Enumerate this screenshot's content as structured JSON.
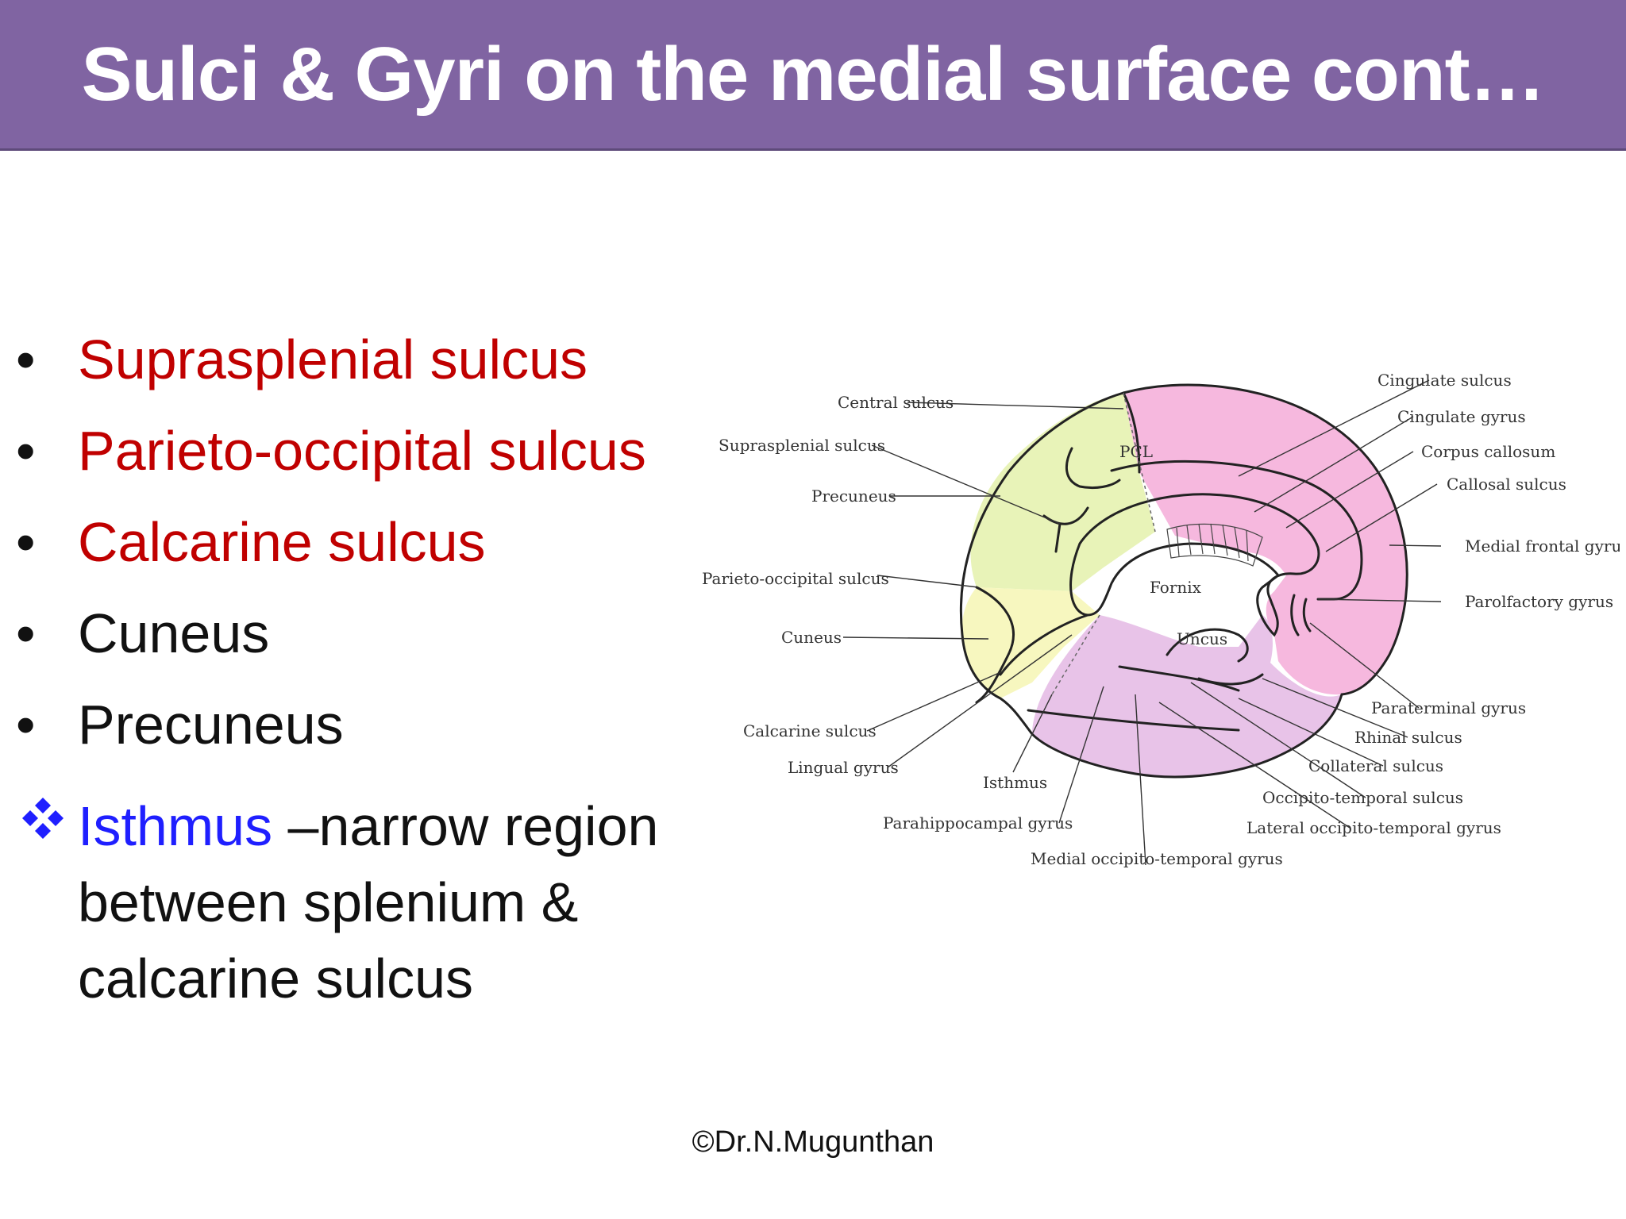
{
  "slide": {
    "title": "Sulci & Gyri on the medial surface cont…",
    "bullets": [
      {
        "text": "Suprasplenial sulcus",
        "color": "#c00000"
      },
      {
        "text": "Parieto-occipital sulcus",
        "color": "#c00000"
      },
      {
        "text": "Calcarine sulcus",
        "color": "#c00000"
      },
      {
        "text": "Cuneus",
        "color": "#111111"
      },
      {
        "text": "Precuneus",
        "color": "#111111"
      }
    ],
    "bullet_symbol": "•",
    "special_item": {
      "icon": "diamond-cluster-icon",
      "term": "Isthmus",
      "term_color": "#1f1fff",
      "definition": " –narrow region between splenium & calcarine sulcus"
    },
    "footer": "©Dr.N.Mugunthan"
  },
  "diagram": {
    "labels": {
      "central_sulcus": "Central sulcus",
      "suprasplenial_sulcus": "Suprasplenial sulcus",
      "precuneus": "Precuneus",
      "parieto_occipital_sulcus": "Parieto-occipital sulcus",
      "cuneus": "Cuneus",
      "calcarine_sulcus": "Calcarine sulcus",
      "lingual_gyrus": "Lingual gyrus",
      "isthmus": "Isthmus",
      "parahippocampal_gyrus": "Parahippocampal gyrus",
      "medial_occipito_temporal_gyrus": "Medial occipito-temporal gyrus",
      "pcl": "PCL",
      "fornix": "Fornix",
      "uncus": "Uncus",
      "cingulate_sulcus": "Cingulate sulcus",
      "cingulate_gyrus": "Cingulate gyrus",
      "corpus_callosum": "Corpus callosum",
      "callosal_sulcus": "Callosal sulcus",
      "medial_frontal_gyrus": "Medial frontal gyrus",
      "parolfactory_gyrus": "Parolfactory gyrus",
      "paraterminal_gyrus": "Paraterminal gyrus",
      "rhinal_sulcus": "Rhinal sulcus",
      "collateral_sulcus": "Collateral sulcus",
      "occipito_temporal_sulcus": "Occipito-temporal sulcus",
      "lateral_occipito_temporal_gyrus": "Lateral occipito-temporal gyrus"
    },
    "colors": {
      "frontal_pink": "#f4a6d6",
      "parietal_green": "#e6f2b0",
      "occipital_yellow": "#f6f6b8",
      "temporal_lilac": "#e6bde6"
    }
  }
}
